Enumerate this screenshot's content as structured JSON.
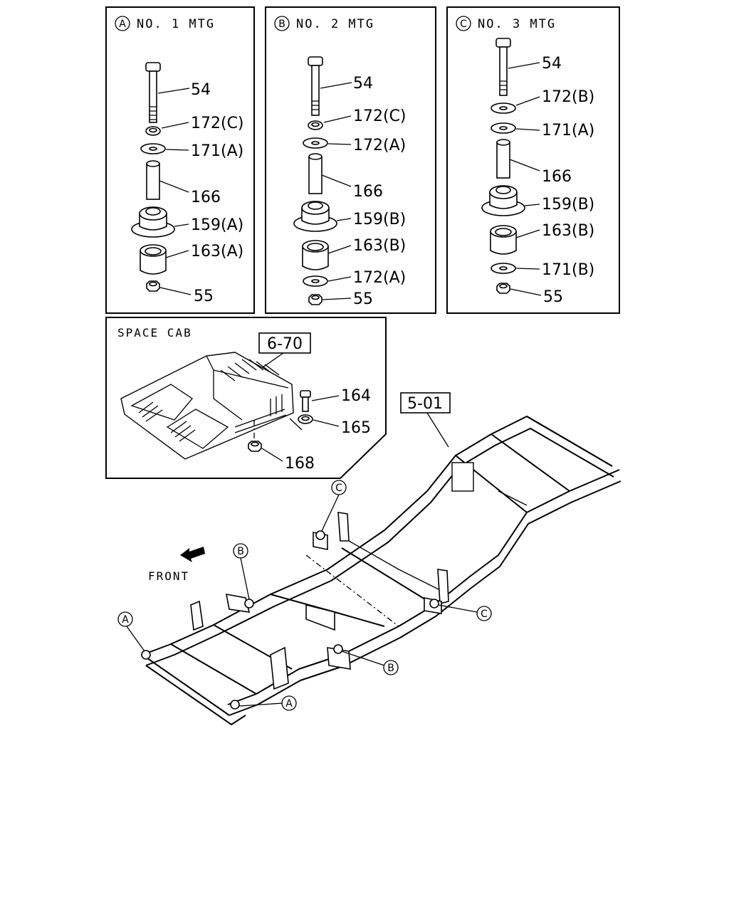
{
  "panels": {
    "a": {
      "marker": "A",
      "title": "NO. 1  MTG",
      "labels": {
        "p54": "54",
        "p172": "172(C)",
        "p171": "171(A)",
        "p166": "166",
        "p159": "159(A)",
        "p163": "163(A)",
        "p55": "55"
      }
    },
    "b": {
      "marker": "B",
      "title": "NO. 2  MTG",
      "labels": {
        "p54": "54",
        "p172c": "172(C)",
        "p172a": "172(A)",
        "p166": "166",
        "p159": "159(B)",
        "p163": "163(B)",
        "p172a2": "172(A)",
        "p55": "55"
      }
    },
    "c": {
      "marker": "C",
      "title": "NO. 3  MTG",
      "labels": {
        "p54": "54",
        "p172": "172(B)",
        "p171a": "171(A)",
        "p166": "166",
        "p159": "159(B)",
        "p163": "163(B)",
        "p171b": "171(B)",
        "p55": "55"
      }
    }
  },
  "space_cab": {
    "title": "SPACE CAB",
    "ref": "6-70",
    "p164": "164",
    "p165": "165",
    "p168": "168"
  },
  "frame": {
    "ref": "5-01",
    "front": "FRONT",
    "markers": {
      "a1": "A",
      "a2": "A",
      "b1": "B",
      "b2": "B",
      "c1": "C",
      "c2": "C"
    }
  }
}
